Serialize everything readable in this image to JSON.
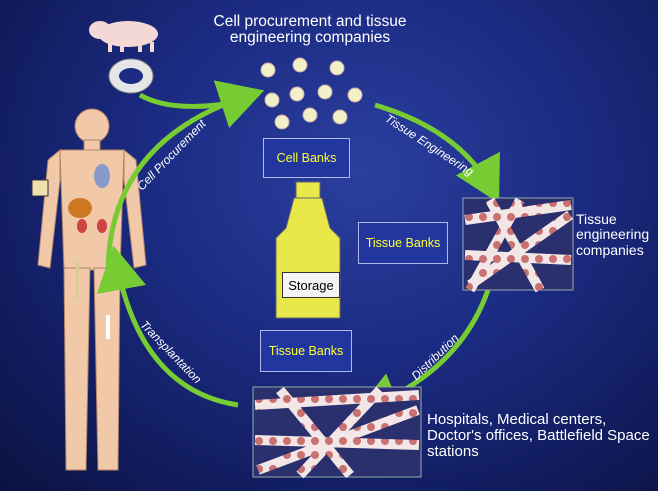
{
  "title": "Cell procurement and tissue engineering companies",
  "boxes": {
    "cell_banks": "Cell Banks",
    "tissue_banks_1": "Tissue Banks",
    "tissue_banks_2": "Tissue Banks"
  },
  "storage_label": "Storage",
  "te_companies": "Tissue engineering companies",
  "hospitals": "Hospitals, Medical centers, Doctor's offices, Battlefield Space stations",
  "arrows": {
    "cell_procurement": "Cell Procurement",
    "tissue_engineering": "Tissue Engineering",
    "distribution": "Distribution",
    "transplantation": "Transplantation"
  },
  "colors": {
    "arrow": "#77cc33",
    "box_text": "#ffff33",
    "background": "#1c2c84",
    "bottle": "#e8e84a"
  }
}
